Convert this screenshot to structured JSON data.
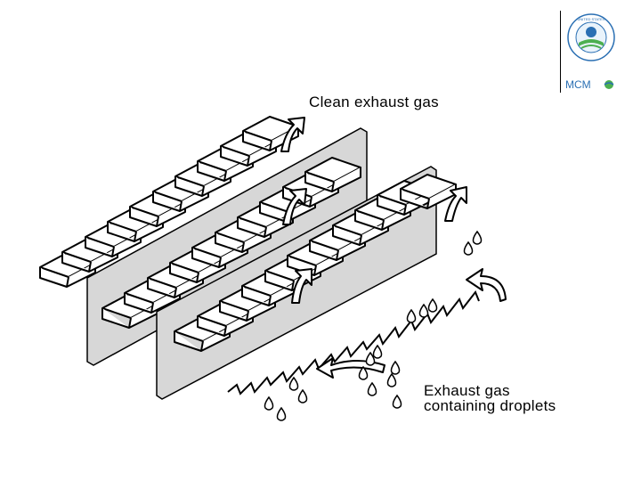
{
  "labels": {
    "outlet": "Clean exhaust gas",
    "inlet_line1": "Exhaust gas",
    "inlet_line2": "containing droplets"
  },
  "logos": {
    "agency_seal": "United States Environmental Protection Agency",
    "program_mark": "MCM"
  },
  "colors": {
    "line": "#000000",
    "panel": "#d7d7d7",
    "vane": "#ffffff",
    "accent_green": "#4caf50",
    "accent_blue": "#2a6fb3"
  }
}
